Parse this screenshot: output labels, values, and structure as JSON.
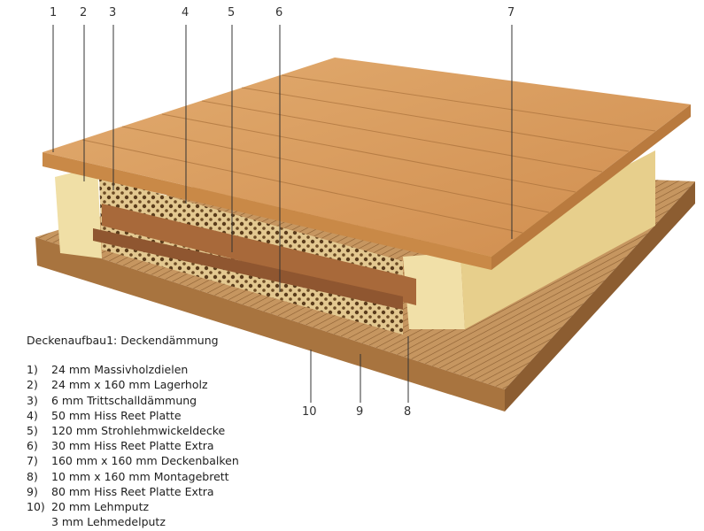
{
  "callouts_top": [
    "1",
    "2",
    "3",
    "4",
    "5",
    "6",
    "7"
  ],
  "callouts_bottom": [
    "10",
    "9",
    "8"
  ],
  "legend": {
    "title": "Deckenaufbau1: Deckendämmung",
    "items": [
      {
        "key": "1)",
        "text": "24 mm Massivholzdielen"
      },
      {
        "key": "2)",
        "text": "24 mm x 160 mm Lagerholz"
      },
      {
        "key": "3)",
        "text": "6 mm Trittschalldämmung"
      },
      {
        "key": "4)",
        "text": "50 mm Hiss Reet Platte"
      },
      {
        "key": "5)",
        "text": "120 mm Strohlehmwickeldecke"
      },
      {
        "key": "6)",
        "text": "30 mm Hiss Reet Platte Extra"
      },
      {
        "key": "7)",
        "text": "160 mm x 160 mm Deckenbalken"
      },
      {
        "key": "8)",
        "text": "10 mm x 160 mm Montagebrett"
      },
      {
        "key": "9)",
        "text": "80 mm Hiss Reet Platte Extra"
      },
      {
        "key": "10)",
        "text": "20 mm Lehmputz"
      },
      {
        "key": "",
        "text": "3 mm Lehmedelputz"
      }
    ]
  },
  "colors": {
    "wood": "#d9a066",
    "reed": "#b98a55",
    "beam": "#efdca0",
    "straw": "#c9a46a",
    "board": "#a8693a"
  }
}
